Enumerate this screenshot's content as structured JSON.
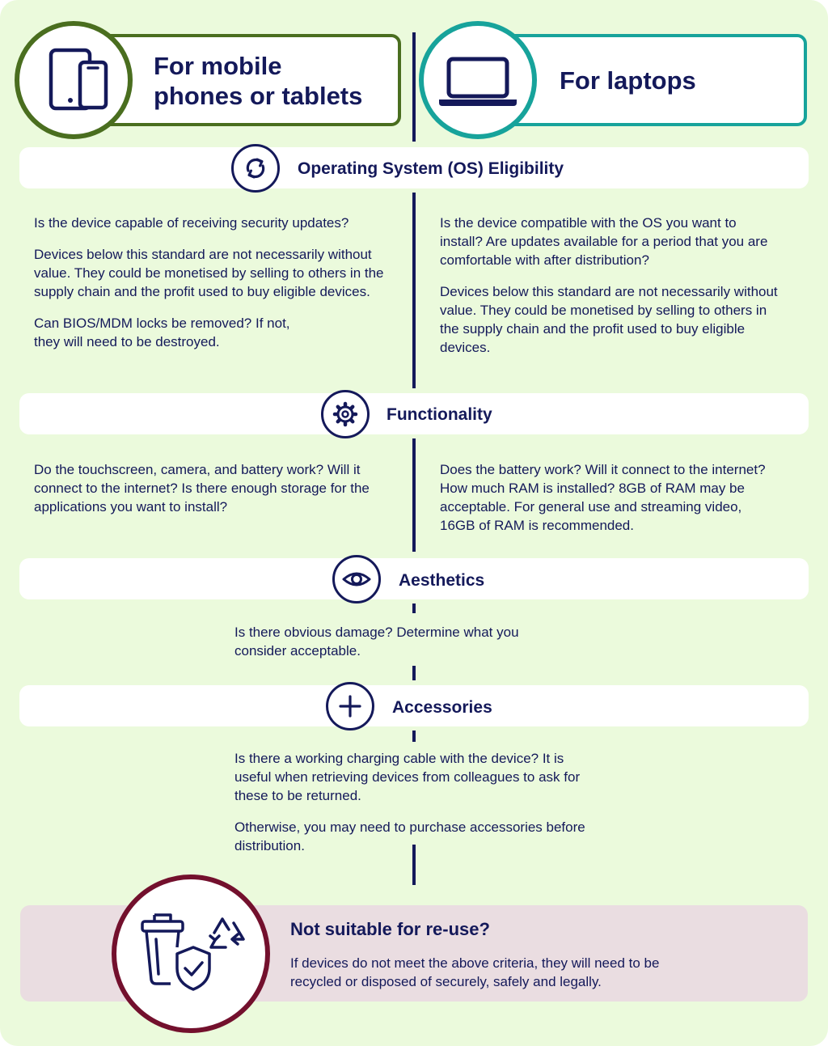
{
  "header": {
    "mobile_title_line1": "For mobile",
    "mobile_title_line2": "phones or tablets",
    "laptop_title": "For laptops",
    "mobile_icon": "tablet-phone-icon",
    "laptop_icon": "laptop-icon",
    "mobile_color": "#4a6e1f",
    "laptop_color": "#17a39b"
  },
  "sections": {
    "os": {
      "title": "Operating System (OS) Eligibility",
      "icon": "refresh-icon",
      "mobile_paragraphs": [
        "Is the device capable of receiving security updates?",
        "Devices below this standard are not necessarily without value. They could be monetised by selling to others in the supply chain and the profit used to buy eligible devices.",
        "Can BIOS/MDM locks be removed? If not, they will need to be destroyed."
      ],
      "laptop_paragraphs": [
        "Is the device compatible with the OS you want to install? Are updates available for a period that you are comfortable with after distribution?",
        "Devices below this standard are not necessarily without value. They could be monetised by selling to others in the supply chain and the profit used to buy eligible devices."
      ]
    },
    "functionality": {
      "title": "Functionality",
      "icon": "gear-icon",
      "mobile_paragraphs": [
        "Do the touchscreen, camera, and battery work? Will it connect to the internet? Is there enough storage for the applications you want to install?"
      ],
      "laptop_paragraphs": [
        "Does the battery work? Will it connect to the internet? How much RAM is installed? 8GB of RAM may be acceptable. For general use and streaming video, 16GB of RAM is recommended."
      ]
    },
    "aesthetics": {
      "title": "Aesthetics",
      "icon": "eye-icon",
      "paragraphs": [
        "Is there obvious damage? Determine what you consider acceptable."
      ]
    },
    "accessories": {
      "title": "Accessories",
      "icon": "plus-icon",
      "paragraphs": [
        "Is there a working charging cable with the device? It is useful when retrieving devices from colleagues to ask for these to be returned.",
        "Otherwise, you may need to purchase accessories before distribution."
      ]
    }
  },
  "footer": {
    "title": "Not suitable for re-use?",
    "text": "If devices do not meet the above criteria, they will need to be recycled or disposed of securely, safely and legally.",
    "icon": "bin-shield-recycle-icon",
    "color": "#73102d"
  },
  "colors": {
    "background": "#ebfadc",
    "navy": "#14195a",
    "footer_band": "#eadde1"
  }
}
